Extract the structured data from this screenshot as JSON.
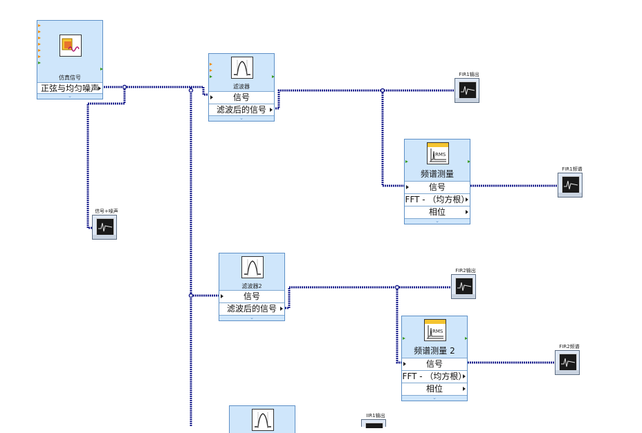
{
  "nodes": {
    "sim_signal": {
      "caption": "仿真信号",
      "output_label": "正弦与均匀噪声",
      "expander": "⌄"
    },
    "filter1": {
      "caption": "滤波器",
      "input_label": "信号",
      "output_label": "滤波后的信号",
      "expander": "⌄"
    },
    "spectrum1": {
      "title": "频谱测量",
      "input_label": "信号",
      "fft_label": "FFT - （均方根）",
      "phase_label": "相位",
      "expander": "⌄"
    },
    "filter2": {
      "caption": "滤波器2",
      "input_label": "信号",
      "output_label": "滤波后的信号",
      "expander": "⌄"
    },
    "spectrum2": {
      "title": "频谱测量 2",
      "input_label": "信号",
      "fft_label": "FFT - （均方根）",
      "phase_label": "相位",
      "expander": "⌄"
    }
  },
  "graphs": {
    "noise": {
      "label": "信号+噪声",
      "icon": "waveform-graph-icon"
    },
    "fir1_out": {
      "label": "FIR1输出",
      "icon": "waveform-graph-icon"
    },
    "fir1_spec": {
      "label": "FIR1频谱",
      "icon": "waveform-graph-icon"
    },
    "fir2_out": {
      "label": "FIR2输出",
      "icon": "waveform-graph-icon"
    },
    "fir2_spec": {
      "label": "FIR2频谱",
      "icon": "waveform-graph-icon"
    },
    "iir1_out": {
      "label": "IIR1输出",
      "icon": "waveform-graph-icon"
    }
  },
  "colors": {
    "wire": "#1a1f8c",
    "node_bg": "#cfe6fb",
    "node_border": "#5c8fc6"
  }
}
